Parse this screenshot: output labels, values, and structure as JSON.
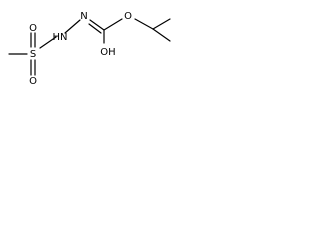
{
  "molecule": {
    "atoms": {
      "O_ester": "O",
      "O_carbonyl": "O",
      "N1": "N",
      "N2": "N",
      "S": "S",
      "O_s_up": "O",
      "O_s_down": "O"
    },
    "hydrogens": {
      "H_carbonyl_oh": "H",
      "H_n2": "H"
    },
    "labels": {
      "O_ester": "O",
      "carbonyl_group": "OH",
      "N1": "N",
      "N2_with_H": "HN",
      "S": "S",
      "O_s_up": "O",
      "O_s_down": "O"
    }
  }
}
